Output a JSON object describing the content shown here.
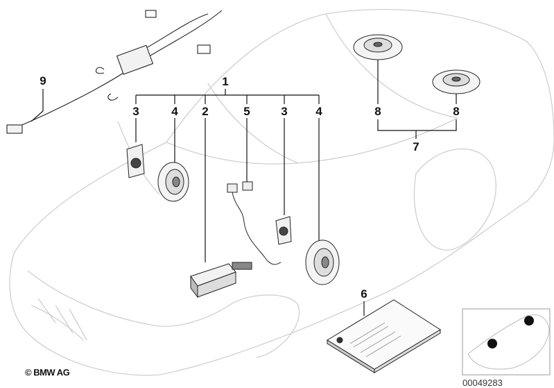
{
  "diagram": {
    "callouts": [
      {
        "id": "1",
        "text": "1"
      },
      {
        "id": "2",
        "text": "2"
      },
      {
        "id": "3a",
        "text": "3"
      },
      {
        "id": "3b",
        "text": "3"
      },
      {
        "id": "4a",
        "text": "4"
      },
      {
        "id": "4b",
        "text": "4"
      },
      {
        "id": "5",
        "text": "5"
      },
      {
        "id": "6",
        "text": "6"
      },
      {
        "id": "7",
        "text": "7"
      },
      {
        "id": "8a",
        "text": "8"
      },
      {
        "id": "8b",
        "text": "8"
      },
      {
        "id": "9",
        "text": "9"
      }
    ],
    "copyright": "© BMW AG",
    "image_code": "00049283",
    "line_color": "#c8c8c8",
    "ink_color": "#111111"
  }
}
